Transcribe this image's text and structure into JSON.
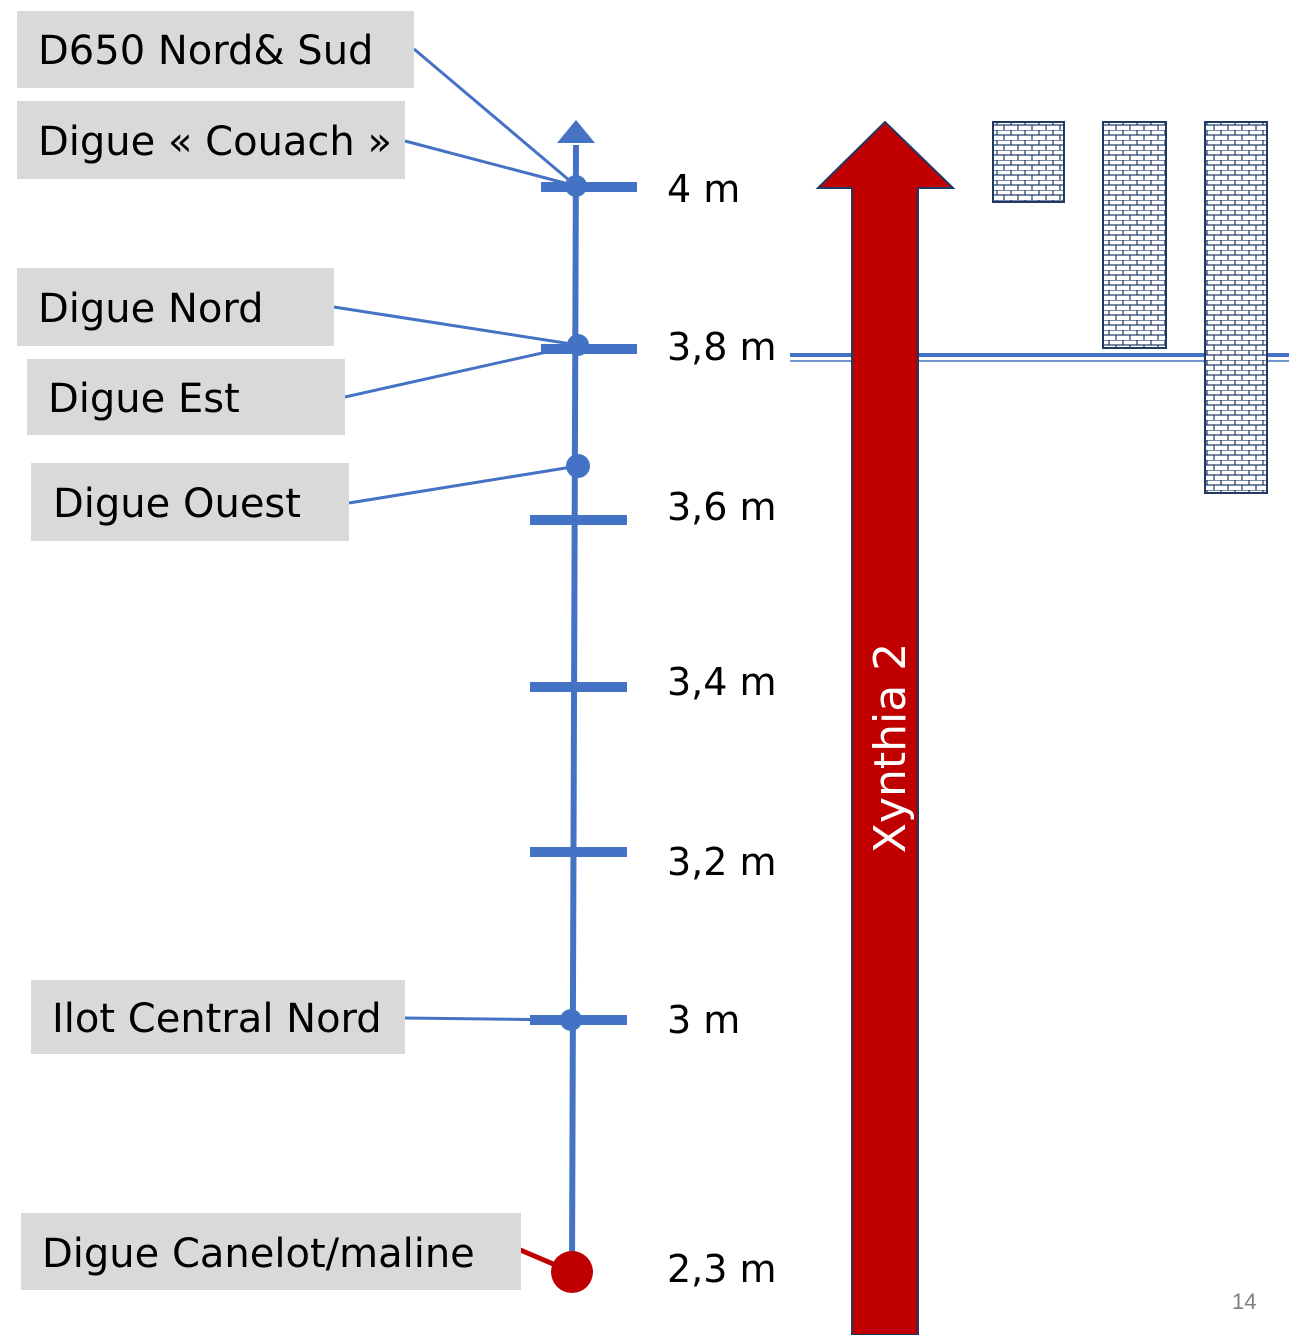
{
  "scale": {
    "ticks": [
      {
        "label": "4 m"
      },
      {
        "label": "3,8 m"
      },
      {
        "label": "3,6 m"
      },
      {
        "label": "3,4 m"
      },
      {
        "label": "3,2 m"
      },
      {
        "label": "3 m"
      },
      {
        "label": "2,3 m"
      }
    ]
  },
  "levees": [
    {
      "label": "D650 Nord& Sud"
    },
    {
      "label": "Digue « Couach »"
    },
    {
      "label": "Digue Nord"
    },
    {
      "label": "Digue Est"
    },
    {
      "label": "Digue Ouest"
    },
    {
      "label": "Ilot Central Nord"
    },
    {
      "label": "Digue Canelot/maline"
    }
  ],
  "arrow": {
    "label": "Xynthia 2"
  },
  "slide_number": "14",
  "colors": {
    "scale_blue": "#4472c4",
    "arrow_red": "#c00000",
    "low_point_red": "#c00000",
    "label_gray": "#d9d9d9"
  }
}
